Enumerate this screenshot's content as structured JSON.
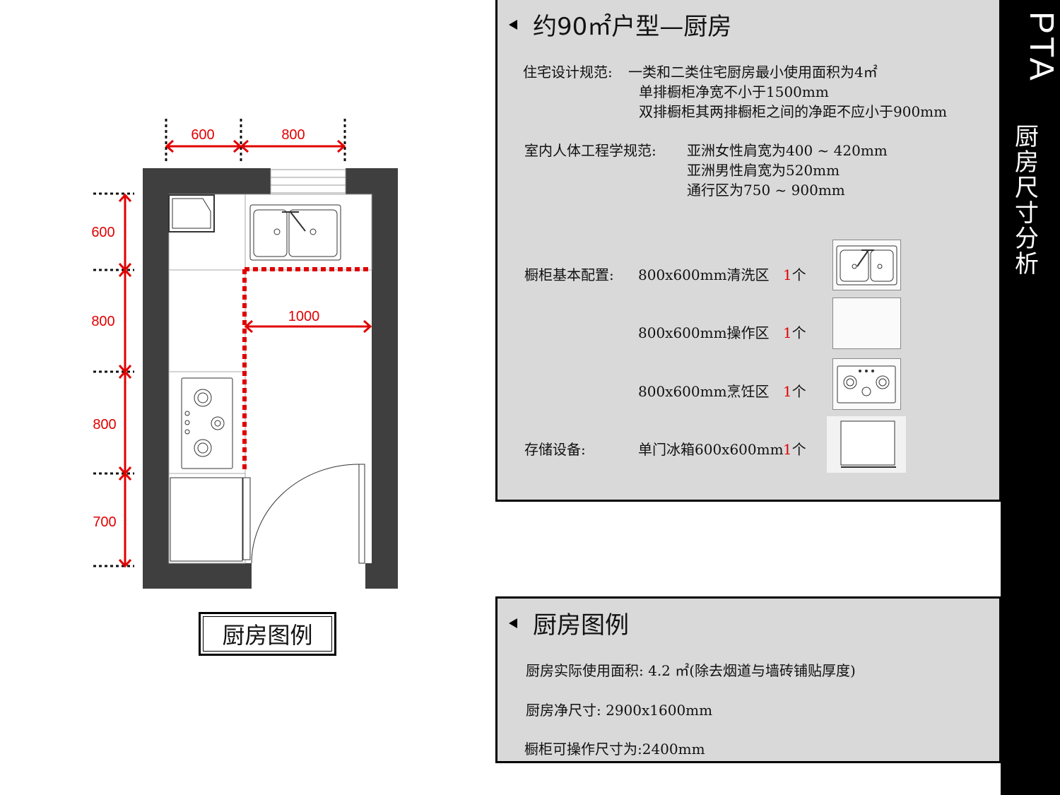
{
  "sidebar": {
    "brand": "PTA",
    "title": "厨房尺寸分析"
  },
  "panel_top": {
    "title": "约90㎡户型—厨房",
    "spec_label": "住宅设计规范:",
    "spec_lines": [
      "一类和二类住宅厨房最小使用面积为4㎡",
      "单排橱柜净宽不小于1500mm",
      "双排橱柜其两排橱柜之间的净距不应小于900mm"
    ],
    "ergo_label": "室内人体工程学规范:",
    "ergo_lines": [
      "亚洲女性肩宽为400 ~ 420mm",
      "亚洲男性肩宽为520mm",
      "通行区为750 ~ 900mm"
    ],
    "cabinet_label": "橱柜基本配置:",
    "cabinet_items": [
      {
        "text": "800x600mm清洗区",
        "count": "1",
        "unit": "个",
        "icon": "sink-icon"
      },
      {
        "text": "800x600mm操作区",
        "count": "1",
        "unit": "个",
        "icon": "counter-icon"
      },
      {
        "text": "800x600mm烹饪区",
        "count": "1",
        "unit": "个",
        "icon": "stove-icon"
      }
    ],
    "storage_label": "存储设备:",
    "storage_item": {
      "text": "单门冰箱600x600mm",
      "count": "1",
      "unit": "个",
      "icon": "fridge-icon"
    }
  },
  "panel_bottom": {
    "title": "厨房图例",
    "lines": [
      "厨房实际使用面积: 4.2 ㎡(除去烟道与墙砖铺贴厚度)",
      "厨房净尺寸:  2900x1600mm",
      "橱柜可操作尺寸为:2400mm"
    ]
  },
  "plan": {
    "legend_label": "厨房图例",
    "dims_top": [
      "600",
      "800"
    ],
    "dims_left": [
      "600",
      "800",
      "800",
      "700"
    ],
    "dim_passage": "1000",
    "accent_color": "#e00000",
    "wall_color": "#3f3f3f"
  }
}
